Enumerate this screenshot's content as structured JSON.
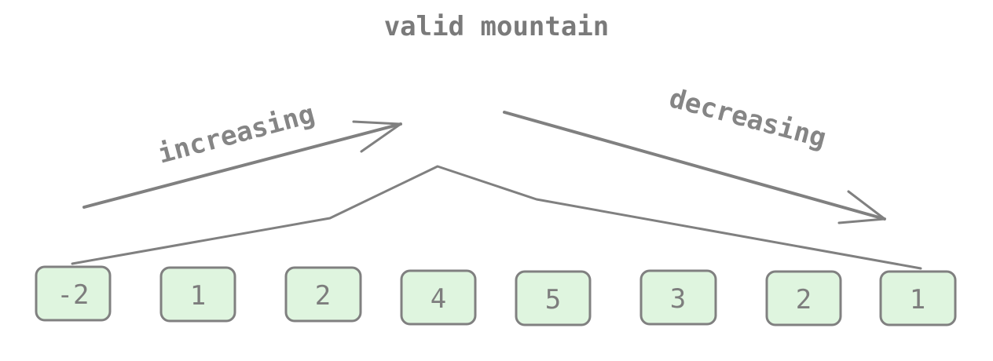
{
  "diagram": {
    "title": "valid mountain",
    "left_label": "increasing",
    "right_label": "decreasing",
    "values": [
      "-2",
      "1",
      "2",
      "4",
      "5",
      "3",
      "2",
      "1"
    ],
    "colors": {
      "cell_fill": "#dff5df",
      "stroke": "#808080",
      "text": "#7d7d7d"
    }
  }
}
